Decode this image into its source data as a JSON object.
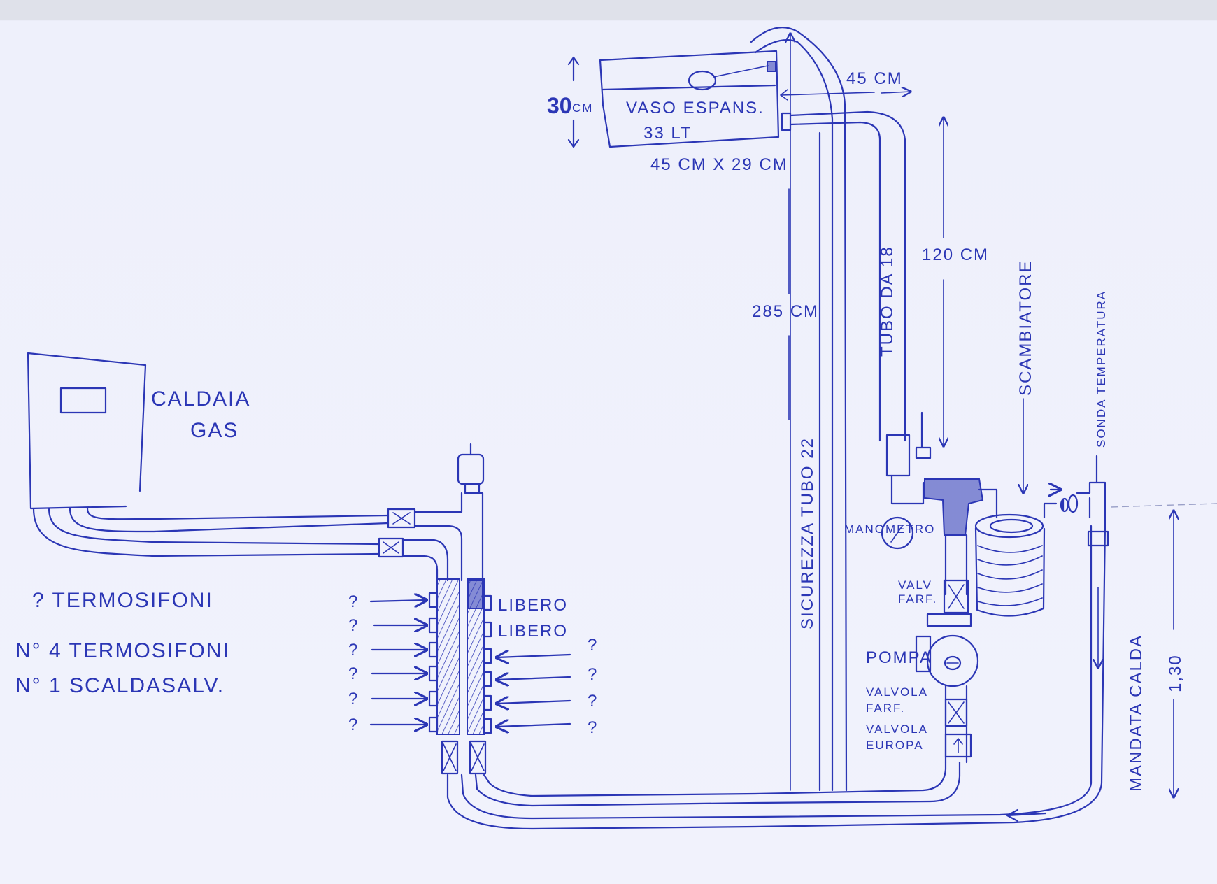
{
  "title": "Schema impianto caldaia gas",
  "boiler": {
    "label_line1": "CALDAIA",
    "label_line2": "GAS"
  },
  "expansion_tank": {
    "label_line1": "VASO ESPANS.",
    "label_line2": "33 LT",
    "size": "45 CM X 29 CM",
    "height": "30",
    "height_unit": "CM",
    "offset": "45 CM"
  },
  "dimensions": {
    "safety_pipe_length": "285 CM",
    "exchanger_drop": "120 CM",
    "flow_height": "1,30"
  },
  "pipes": {
    "safety": "SICUREZZA TUBO 22",
    "pipe_18": "TUBO DA 18",
    "flow": "MANDATA CALDA"
  },
  "components": {
    "exchanger": "SCAMBIATORE",
    "probe": "SONDA TEMPERATURA",
    "manometer": "MANOMETRO",
    "valve1_line1": "VALV",
    "valve1_line2": "FARF.",
    "pump": "POMPA",
    "valve2_line1": "VALVOLA",
    "valve2_line2": "FARF.",
    "valve3_line1": "VALVOLA",
    "valve3_line2": "EUROPA"
  },
  "notes": {
    "line1": "? TERMOSIFONI",
    "line2": "N° 4 TERMOSIFONI",
    "line3": "N° 1 SCALDASALV."
  },
  "manifold": {
    "left_outlets": [
      "?",
      "?",
      "?",
      "?",
      "?",
      "?"
    ],
    "right_outlets": [
      "LIBERO",
      "LIBERO",
      "?",
      "?",
      "?",
      "?"
    ]
  },
  "colors": {
    "ink": "#2b36b5",
    "paper": "#eef0fb"
  }
}
